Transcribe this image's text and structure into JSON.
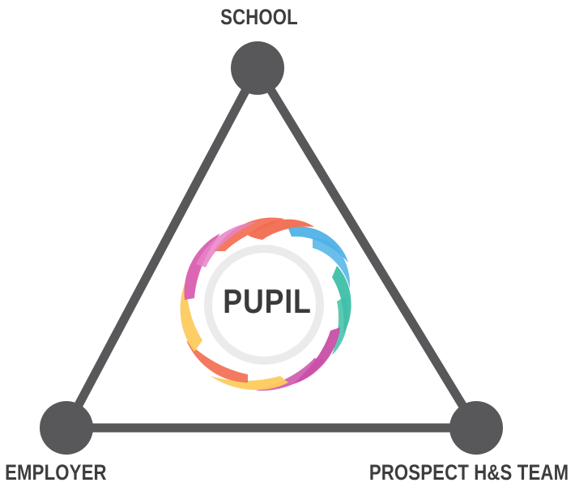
{
  "nodes": {
    "top": {
      "label": "SCHOOL"
    },
    "bottom_left": {
      "label": "EMPLOYER"
    },
    "bottom_right": {
      "label": "PROSPECT H&S TEAM"
    }
  },
  "center": {
    "label": "PUPIL"
  },
  "colors": {
    "edge": "#58585a",
    "node": "#58585a",
    "label_text": "#3d3d3d",
    "ring_inner": "#ebebeb",
    "swirl": [
      "#f26b4f",
      "#4fb3e6",
      "#3fbfa8",
      "#c94fa8",
      "#fdcb5e",
      "#d95fb0",
      "#e882c6"
    ]
  }
}
